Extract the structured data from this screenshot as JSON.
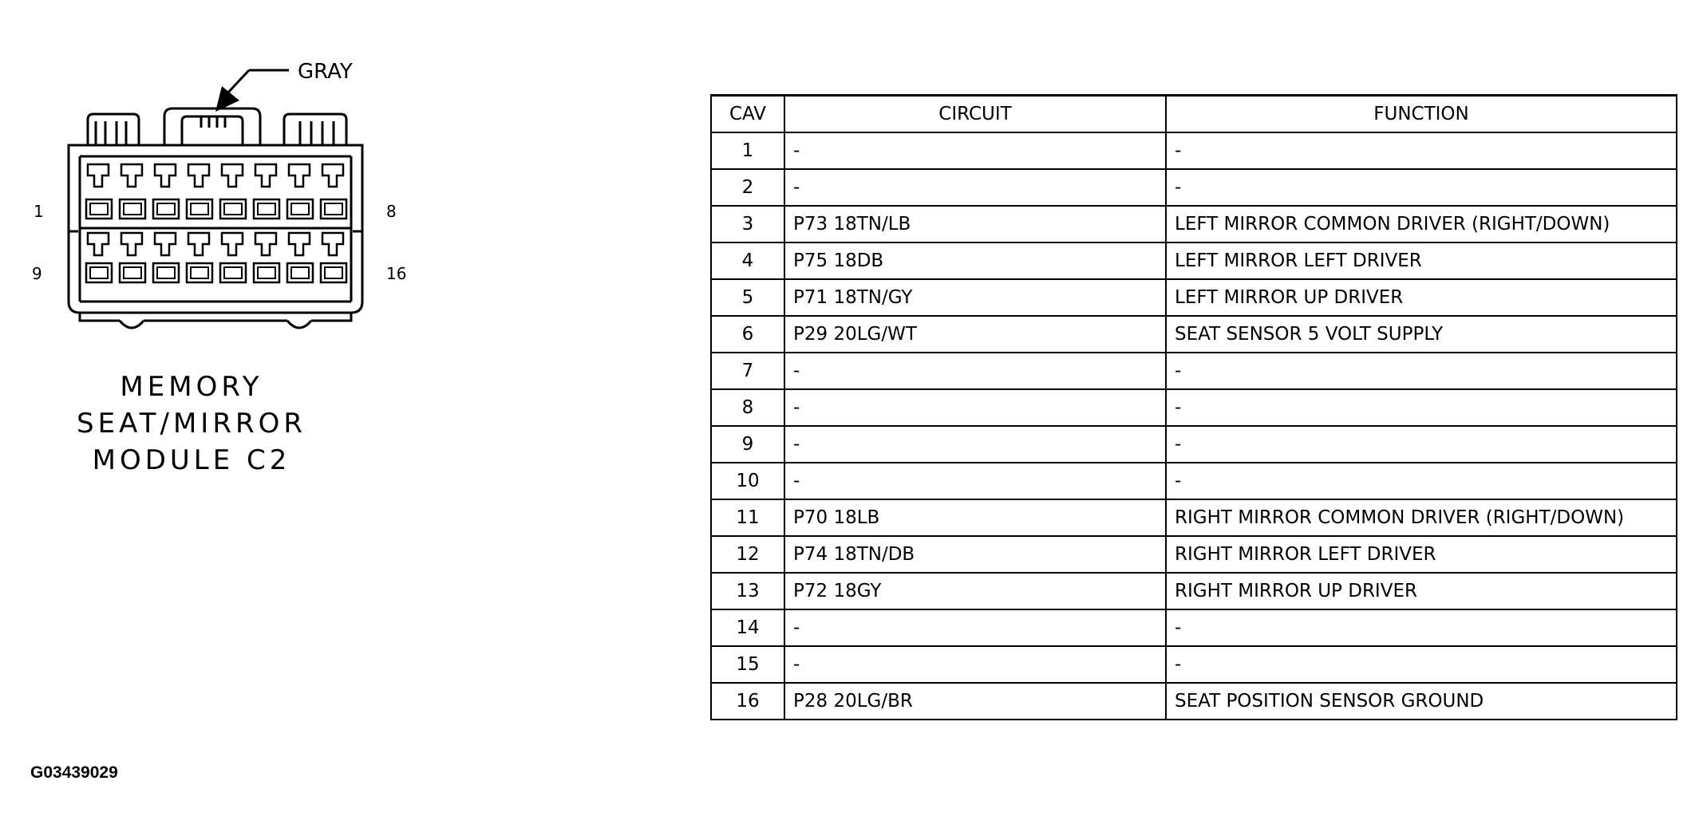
{
  "connector": {
    "color_label": "GRAY",
    "pin_labels": {
      "top_left": "1",
      "top_right": "8",
      "bottom_left": "9",
      "bottom_right": "16"
    },
    "title_lines": [
      "MEMORY SEAT/MIRROR",
      "MODULE C2"
    ]
  },
  "table": {
    "headers": [
      "CAV",
      "CIRCUIT",
      "FUNCTION"
    ],
    "rows": [
      {
        "cav": "1",
        "circuit": "-",
        "function": "-"
      },
      {
        "cav": "2",
        "circuit": "-",
        "function": "-"
      },
      {
        "cav": "3",
        "circuit": "P73 18TN/LB",
        "function": "LEFT MIRROR COMMON DRIVER (RIGHT/DOWN)"
      },
      {
        "cav": "4",
        "circuit": "P75 18DB",
        "function": "LEFT MIRROR LEFT DRIVER"
      },
      {
        "cav": "5",
        "circuit": "P71 18TN/GY",
        "function": "LEFT MIRROR UP DRIVER"
      },
      {
        "cav": "6",
        "circuit": "P29 20LG/WT",
        "function": "SEAT SENSOR 5 VOLT SUPPLY"
      },
      {
        "cav": "7",
        "circuit": "-",
        "function": "-"
      },
      {
        "cav": "8",
        "circuit": "-",
        "function": "-"
      },
      {
        "cav": "9",
        "circuit": "-",
        "function": "-"
      },
      {
        "cav": "10",
        "circuit": "-",
        "function": "-"
      },
      {
        "cav": "11",
        "circuit": "P70 18LB",
        "function": "RIGHT MIRROR COMMON DRIVER (RIGHT/DOWN)"
      },
      {
        "cav": "12",
        "circuit": "P74 18TN/DB",
        "function": "RIGHT MIRROR LEFT DRIVER"
      },
      {
        "cav": "13",
        "circuit": "P72 18GY",
        "function": "RIGHT MIRROR UP DRIVER"
      },
      {
        "cav": "14",
        "circuit": "-",
        "function": "-"
      },
      {
        "cav": "15",
        "circuit": "-",
        "function": "-"
      },
      {
        "cav": "16",
        "circuit": "P28 20LG/BR",
        "function": "SEAT POSITION SENSOR GROUND"
      }
    ]
  },
  "figure_id": "G03439029"
}
